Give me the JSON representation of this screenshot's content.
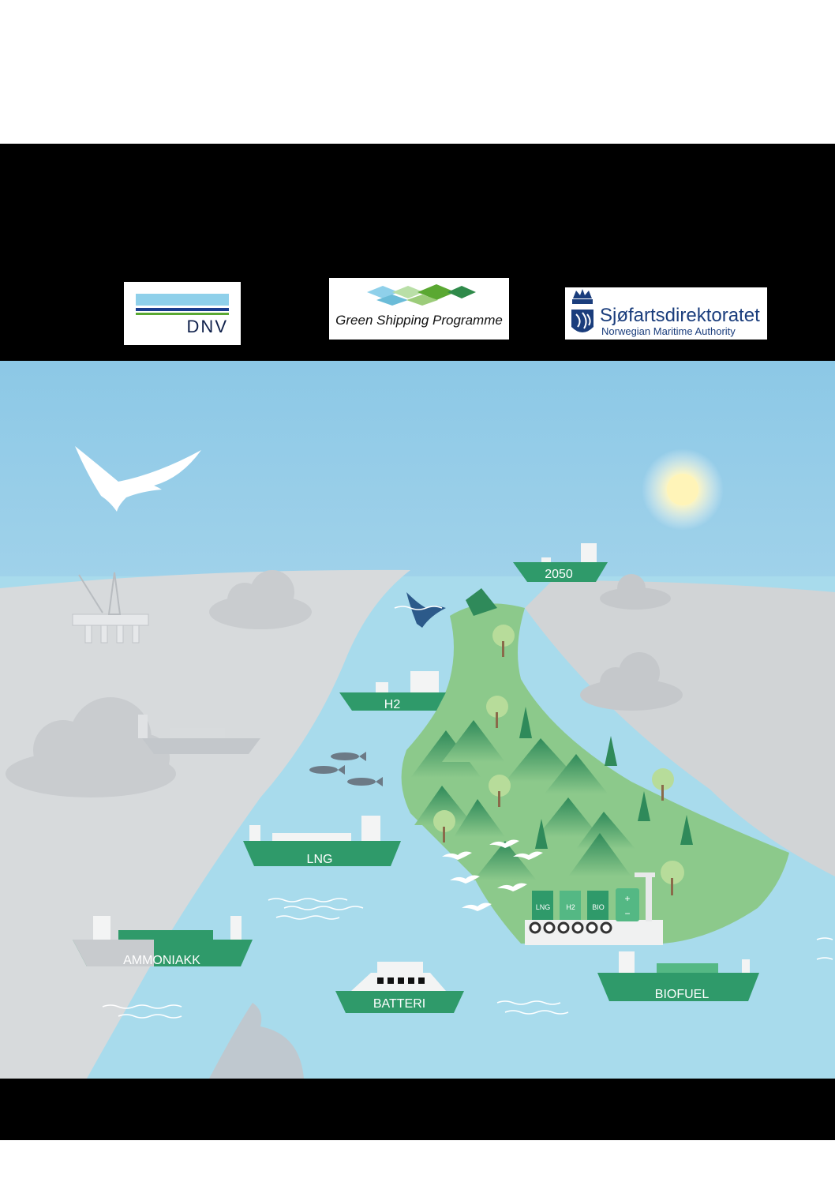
{
  "logos": {
    "dnv": {
      "text": "DNV",
      "colors": [
        "#8fd0ea",
        "#1a3d8f",
        "#5aa832"
      ]
    },
    "green_shipping": {
      "text": "Green Shipping Programme"
    },
    "sjofart": {
      "title": "Sjøfartsdirektoratet",
      "subtitle": "Norwegian Maritime Authority"
    }
  },
  "scene": {
    "ships": {
      "year_2050": "2050",
      "h2": "H2",
      "lng": "LNG",
      "ammoniakk": "AMMONIAKK",
      "batteri": "BATTERI",
      "biofuel": "BIOFUEL"
    },
    "tanks": [
      "LNG",
      "H2",
      "BIO"
    ],
    "battery_signs": [
      "+",
      "−"
    ],
    "colors": {
      "sky": "#9ed2ec",
      "sea": "#a8dbec",
      "land_grey": "#d7dadc",
      "land_green": "#8cc98b",
      "ship_green": "#2f9a6a",
      "forest": "#2f8a5a"
    }
  }
}
